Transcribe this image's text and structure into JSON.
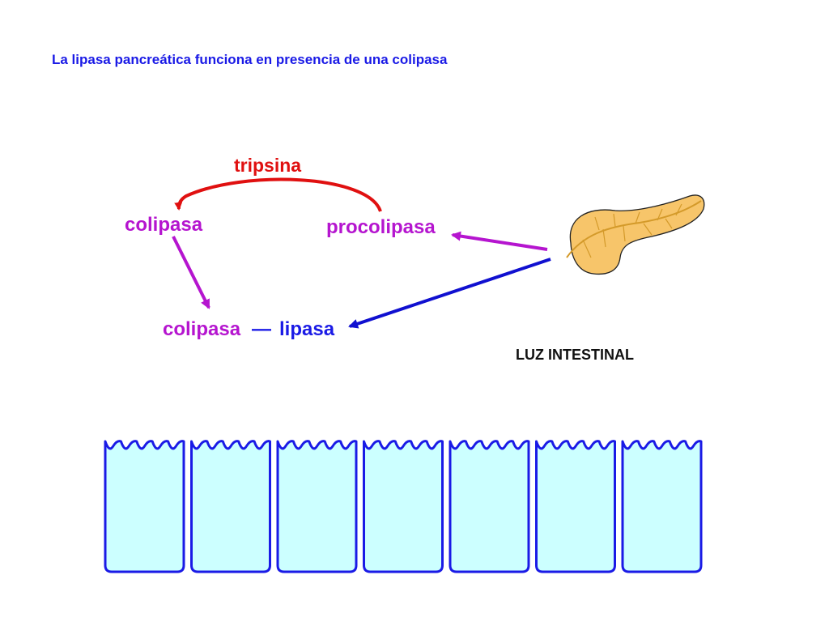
{
  "title": "La lipasa pancreática funciona en presencia de una colipasa",
  "labels": {
    "tripsina": "tripsina",
    "colipasa_top": "colipasa",
    "procolipasa": "procolipasa",
    "colipasa_bottom": "colipasa",
    "dash": "—",
    "lipasa": "lipasa",
    "luz_intestinal": "LUZ INTESTINAL"
  },
  "colors": {
    "title": "#1a1ae6",
    "tripsina_arrow": "#e01010",
    "colipasa_arrow": "#b515cf",
    "lipasa_arrow": "#1010d0",
    "pancreas_fill": "#f7c56a",
    "cell_fill": "#ccffff",
    "cell_stroke": "#1a1ae6"
  },
  "cells": {
    "count": 7
  }
}
